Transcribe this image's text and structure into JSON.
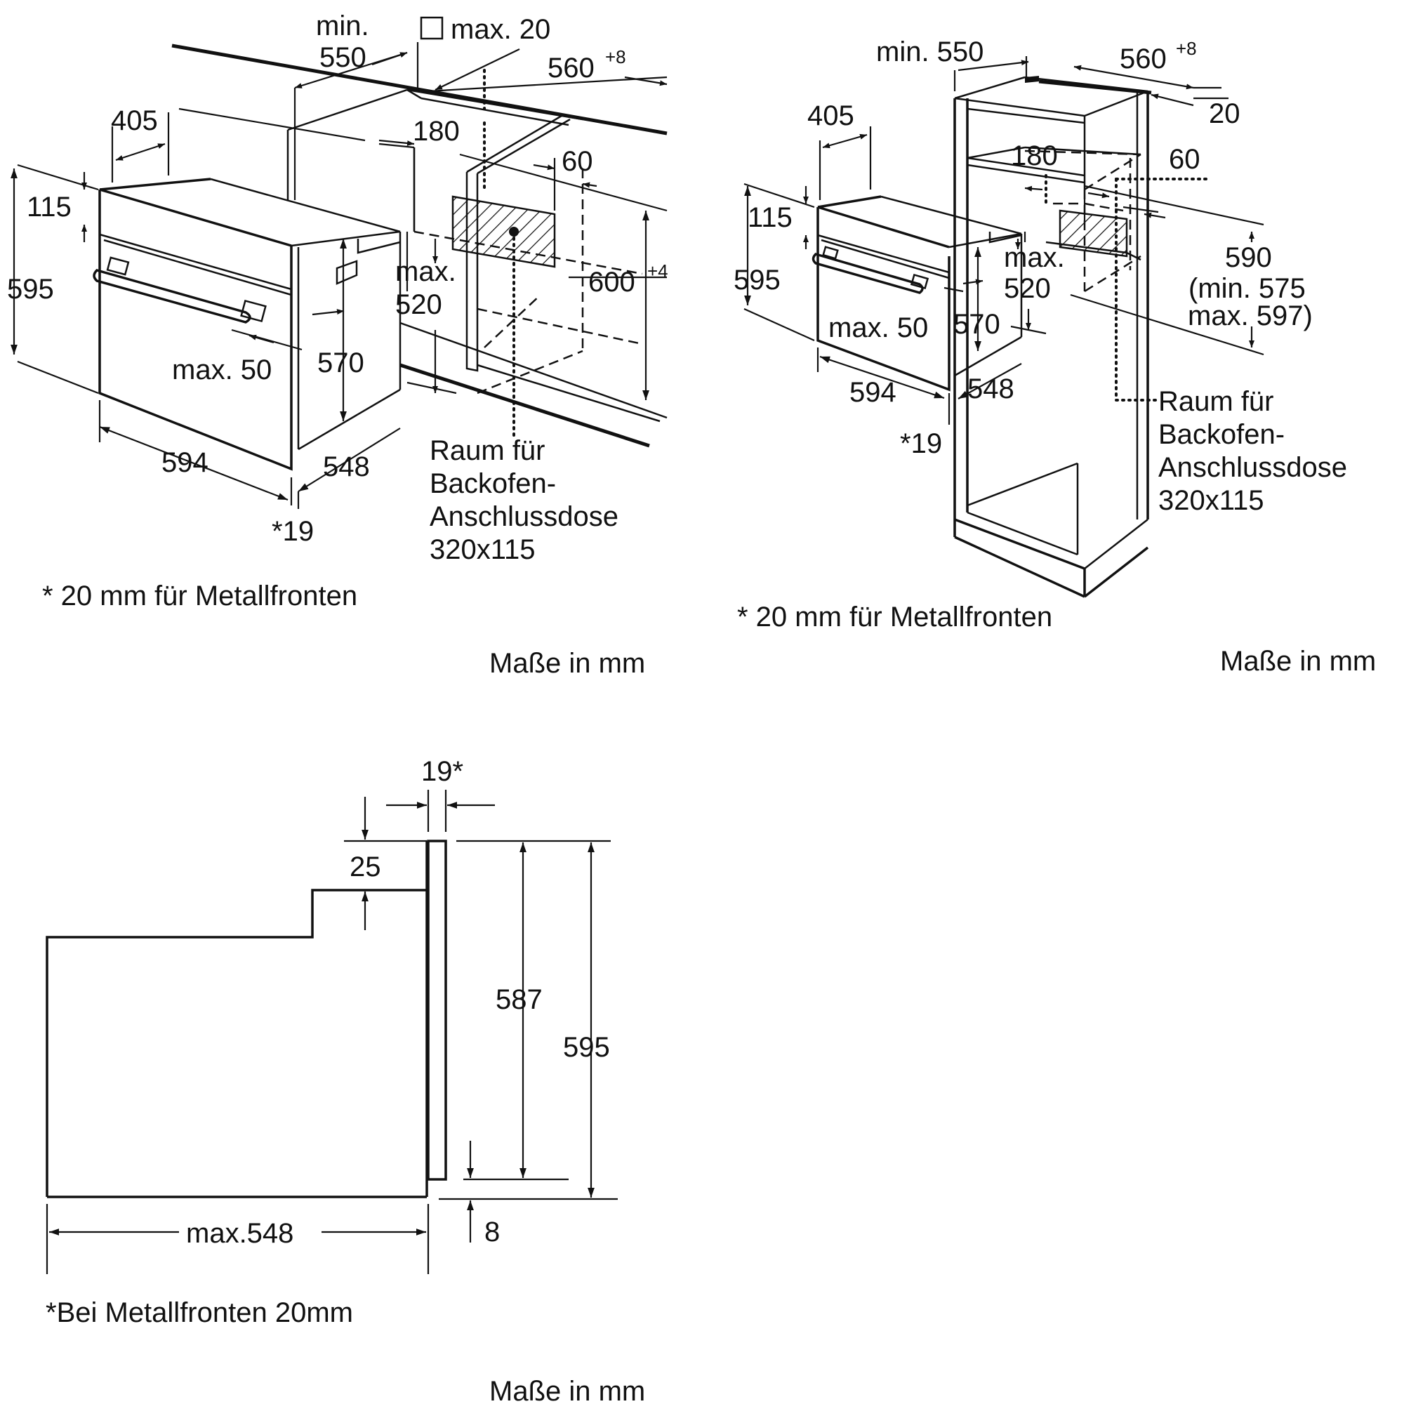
{
  "diagram1": {
    "min_label": "min.",
    "min_val": "550",
    "max20": "max. 20",
    "width_560": "560",
    "width_560_tol": "+8",
    "d405": "405",
    "d180": "180",
    "d60": "60",
    "d115": "115",
    "d595": "595",
    "max520_a": "max.",
    "max520_b": "520",
    "d600": "600",
    "d600_tol": "+4",
    "max50": "max. 50",
    "d570": "570",
    "d594": "594",
    "d548": "548",
    "d19": "*19",
    "raum_1": "Raum für",
    "raum_2": "Backofen-",
    "raum_3": "Anschlussdose",
    "raum_4": "320x115",
    "footnote": "* 20 mm für Metallfronten",
    "units": "Maße in mm"
  },
  "diagram2": {
    "min550": "min. 550",
    "width_560": "560",
    "width_560_tol": "+8",
    "d20": "20",
    "d405": "405",
    "d180": "180",
    "d60": "60",
    "d115": "115",
    "d595": "595",
    "max520_a": "max.",
    "max520_b": "520",
    "d590": "590",
    "min575": "(min. 575",
    "max597": "max. 597)",
    "max50": "max. 50",
    "d570": "570",
    "d594": "594",
    "d548": "548",
    "d19": "*19",
    "raum_1": "Raum für",
    "raum_2": "Backofen-",
    "raum_3": "Anschlussdose",
    "raum_4": "320x115",
    "footnote": "* 20 mm für Metallfronten",
    "units": "Maße in mm"
  },
  "diagram3": {
    "d19": "19*",
    "d25": "25",
    "d587": "587",
    "d595": "595",
    "max548": "max.548",
    "d8": "8",
    "footnote": "*Bei Metallfronten 20mm",
    "units": "Maße in mm"
  }
}
